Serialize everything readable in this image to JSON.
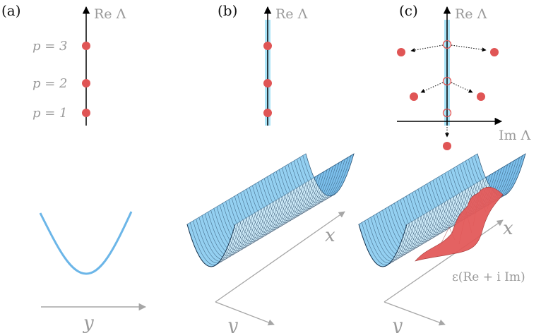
{
  "panels": {
    "a": {
      "label": "(a)",
      "axis": "Re Λ",
      "p_labels": [
        "p = 3",
        "p = 2",
        "p = 1"
      ],
      "bottom_axis": "y"
    },
    "b": {
      "label": "(b)",
      "axis": "Re Λ",
      "surface_axis_x": "x",
      "surface_axis_y": "y"
    },
    "c": {
      "label": "(c)",
      "axis_re": "Re Λ",
      "axis_im": "Im Λ",
      "surface_axis_x": "x",
      "surface_axis_y": "y",
      "perturbation": "ε(Re + i Im)"
    }
  },
  "colors": {
    "eigenvalue": "#e05555",
    "continuum": "#a9e3f7",
    "potential": "#6cb6e8",
    "surface": "#7cc0ec",
    "perturbation_surface": "#e35a5a",
    "axis_gray": "#a6a6a6",
    "label_gray": "#9a9a9a"
  }
}
